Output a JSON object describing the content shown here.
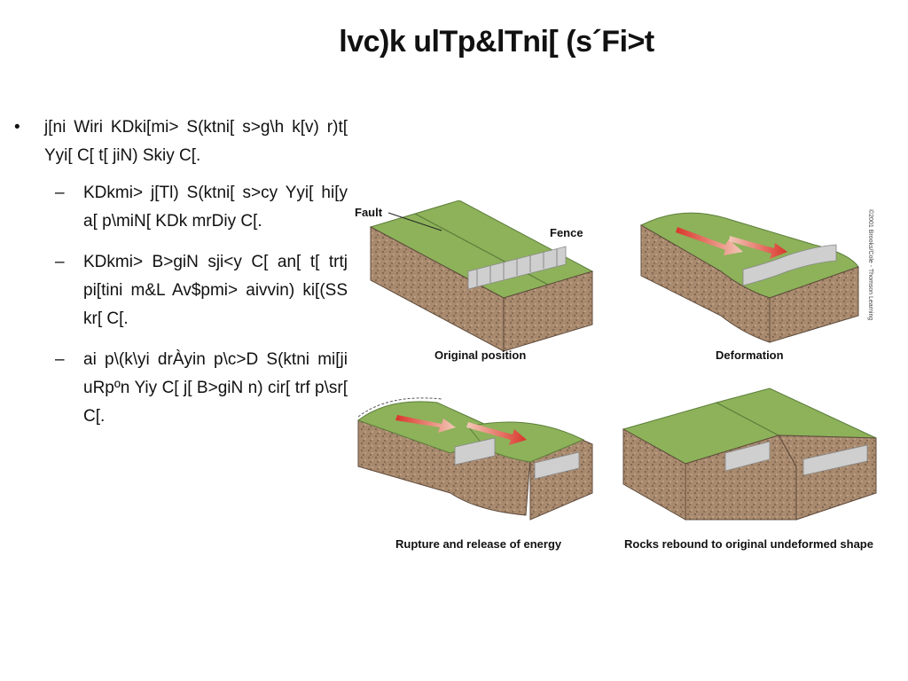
{
  "slide": {
    "title": "lvc)k ulTp&lTni[ (s´Fi>t",
    "bullets": [
      {
        "text": "j[ni Wiri KDki[mi> S(ktni[ s>g\\h k[v) r)t[ Yyi[ C[ t[ jiN) Skiy C[.",
        "subs": [
          "KDkmi> j[Tl) S(ktni[ s>cy Yyi[ hi[y a[ p\\miN[ KDk mrDiy C[.",
          "KDkmi> B>giN sji<y C[ an[ t[ trtj pi[tini m&L Av$pmi> aivvin) ki[(SS kr[ C[.",
          "ai p\\(k\\yi drÀyin p\\c>D S(ktni mi[ji uRpºn Yiy C[ j[ B>giN n) cir[ trf p\\sr[ C[."
        ]
      }
    ]
  },
  "figure": {
    "fault_label": "Fault",
    "fence_label": "Fence",
    "copyright": "©2001 Brooks/Cole - Thomson Learning",
    "panels": [
      {
        "caption": "Original position"
      },
      {
        "caption": "Deformation"
      },
      {
        "caption": "Rupture and release of energy"
      },
      {
        "caption": "Rocks rebound to original undeformed shape"
      }
    ]
  },
  "colors": {
    "grass": "#8db25a",
    "grass_dark": "#6f9546",
    "soil": "#a98a6e",
    "soil_dark": "#7d6450",
    "arrow": "#d9352a",
    "fence": "#c9c9c9"
  }
}
